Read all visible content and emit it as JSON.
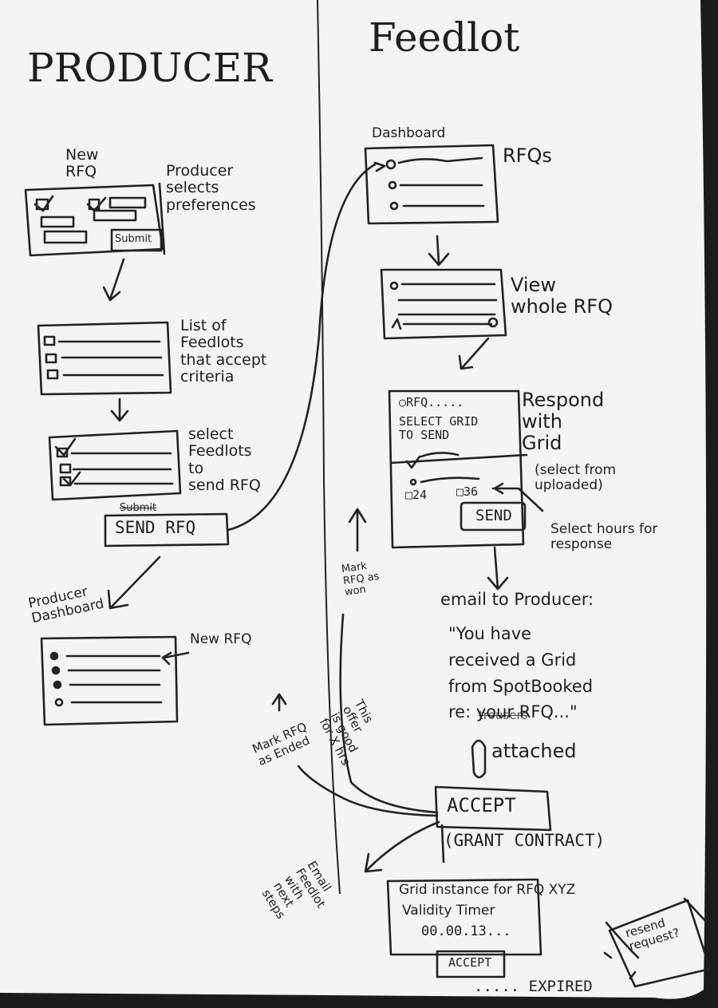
{
  "producer": {
    "title": "PRODUCER",
    "new_rfq": "New\nRFQ",
    "select_prefs": "Producer\nselects\npreferences",
    "submit_label": "Submit",
    "list_label": "List of\nFeedlots\nthat accept\ncriteria",
    "select_label": "select\nFeedlots\nto\nsend RFQ",
    "submit_struck": "Submit",
    "send_rfq_button": "SEND RFQ",
    "dashboard_title": "Producer\nDashboard",
    "new_rfq_note": "New RFQ"
  },
  "feedlot": {
    "title": "Feedlot",
    "dashboard_title": "Dashboard",
    "rfqs_label": "RFQs",
    "view_label": "View\nwhole RFQ",
    "respond_form": {
      "line1": "○RFQ.....",
      "line2": "SELECT GRID\nTO SEND",
      "opt24": "□24",
      "opt36": "□36",
      "send_button": "SEND"
    },
    "respond_label": "Respond\nwith\nGrid",
    "select_from": "(select from\nuploaded)",
    "select_hours": "Select hours for\nresponse",
    "mark_won": "Mark\nRFQ as\nwon",
    "email_heading": "email to Producer:",
    "email_body": "\"You have\nreceived a Grid\nfrom SpotBooked\nre: your RFQ...\"",
    "email_struck": "trousers",
    "attached": "attached",
    "accept_button": "ACCEPT",
    "grant_contract": "(GRANT CONTRACT)",
    "mark_ended": "Mark RFQ\nas Ended",
    "offer_note": "This\noffer\nis good\nfor X hrs",
    "email_feedlot": "Email\nFeedlot\nwith\nnext\nsteps",
    "grid_instance": "Grid instance for RFQ XYZ",
    "validity_timer": "Validity Timer",
    "timer_value": "00.00.13...",
    "accept_small": "ACCEPT",
    "expired": "..... EXPIRED",
    "resend": "resend\nrequest?"
  }
}
